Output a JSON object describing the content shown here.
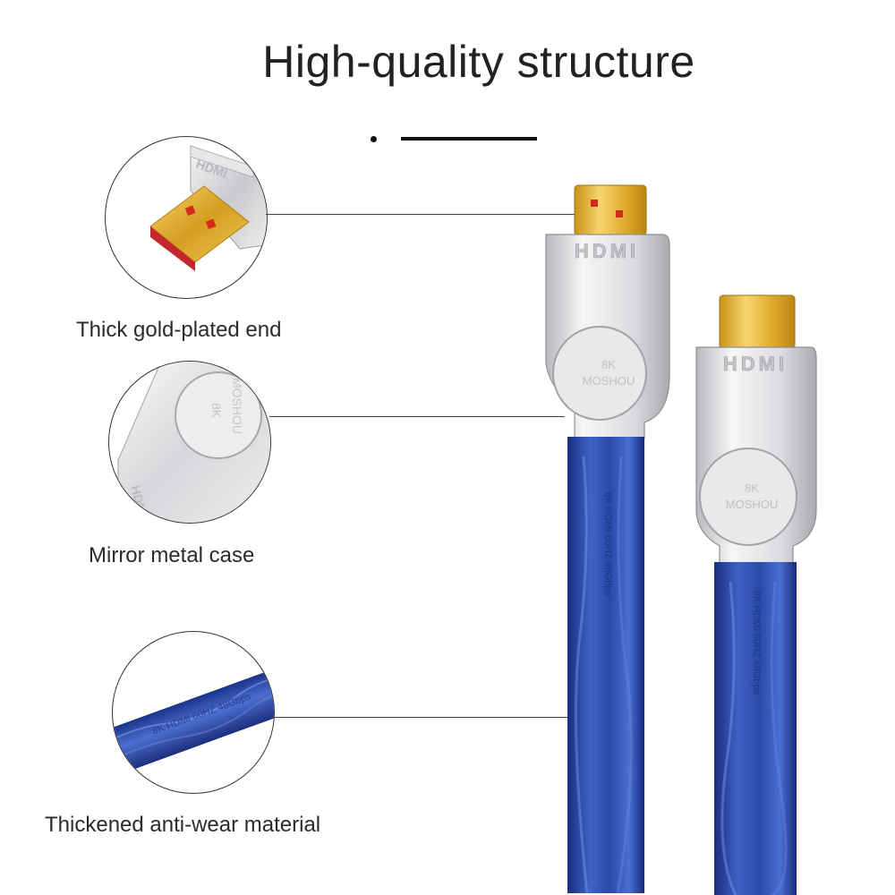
{
  "title": "High-quality structure",
  "features": [
    {
      "label": "Thick gold-plated end"
    },
    {
      "label": "Mirror metal case"
    },
    {
      "label": "Thickened anti-wear material"
    }
  ],
  "product": {
    "port_brand": "HDMI",
    "badge_line1": "8K",
    "badge_line2": "MOSHOU",
    "cable_print": "8K HDMI 60HZ 48Gbps"
  },
  "colors": {
    "cable_blue": "#2b4da6",
    "gold": "#e3b43a",
    "metal": "#d9dadd",
    "accent_red": "#d42a1c"
  }
}
